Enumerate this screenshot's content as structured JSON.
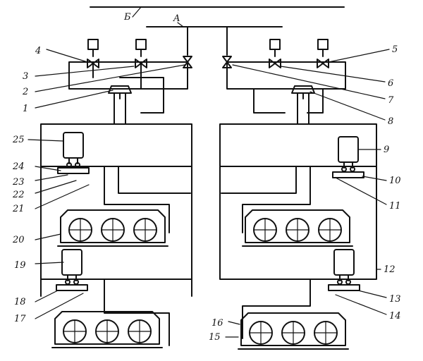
{
  "diagram": {
    "line_labels": {
      "A": "A",
      "B": "Б"
    },
    "callouts": [
      "1",
      "2",
      "3",
      "4",
      "5",
      "6",
      "7",
      "8",
      "9",
      "10",
      "11",
      "12",
      "13",
      "14",
      "15",
      "16",
      "17",
      "18",
      "19",
      "20",
      "21",
      "22",
      "23",
      "24",
      "25"
    ]
  }
}
